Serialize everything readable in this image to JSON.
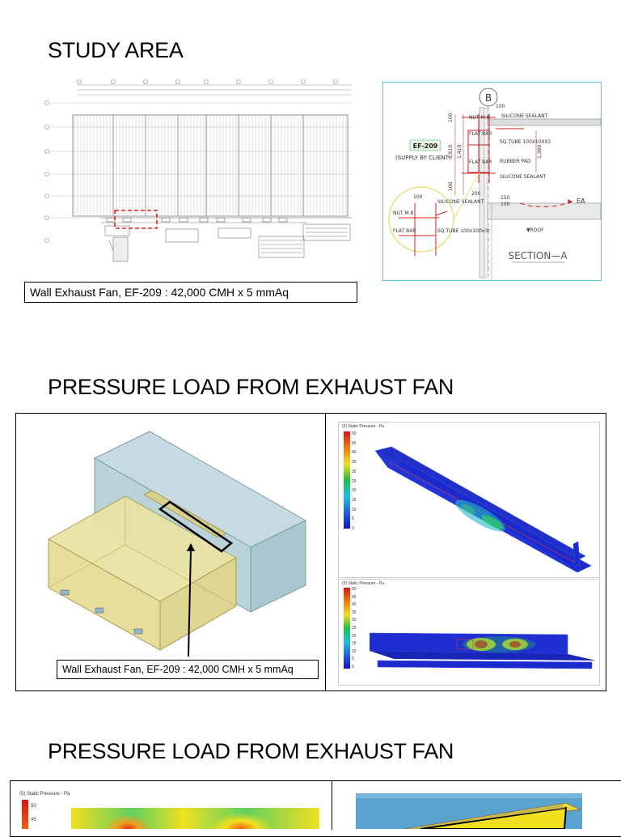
{
  "section1": {
    "title": "STUDY AREA",
    "caption": "Wall Exhaust Fan, EF-209 : 42,000 CMH x 5 mmAq",
    "detail": {
      "grid_label": "B",
      "tag": "EF-209",
      "supply_note": "(SUPPLY BY CLIENT)",
      "section_label": "SECTION—A",
      "ea_label": "EA",
      "roof_label": "▼ROOF",
      "notes": [
        "NUT M.8",
        "SILICONE SEALANT",
        "SQ.TUBE 100X100X3",
        "FLAT BAR",
        "RUBBER PAD",
        "FLAT BAR",
        "SILICONE SEALANT",
        "NUT M.8",
        "FLAT BAR",
        "SQ.TUBE 100x100x3t"
      ],
      "dims": [
        "100",
        "1,610",
        "1,410",
        "1,380",
        "100",
        "100",
        "200",
        "150",
        "100",
        "100"
      ]
    }
  },
  "section2": {
    "title": "PRESSURE LOAD FROM EXHAUST FAN",
    "caption": "Wall Exhaust Fan, EF-209 : 42,000 CMH x 5 mmAq",
    "plot_title_top": "(2) Static Pressure - Pa",
    "plot_title_bottom": "(3) Static Pressure - Pa",
    "scale_top": [
      "50",
      "45",
      "40",
      "35",
      "30",
      "25",
      "20",
      "15",
      "10",
      "5",
      "0"
    ],
    "scale_bottom": [
      "50",
      "45",
      "40",
      "35",
      "30",
      "25",
      "20",
      "15",
      "10",
      "5",
      "0"
    ]
  },
  "section3": {
    "title": "PRESSURE LOAD FROM EXHAUST FAN",
    "plot_title": "(5) Static Pressure - Pa",
    "scale": [
      "50",
      "45"
    ]
  },
  "colors": {
    "red_dashed": "#e02020",
    "cfd_blue": "#1a2acc",
    "cad_red": "#d42020",
    "box_yellow": "#e6df9c",
    "box_blue": "#b9d3d9"
  }
}
